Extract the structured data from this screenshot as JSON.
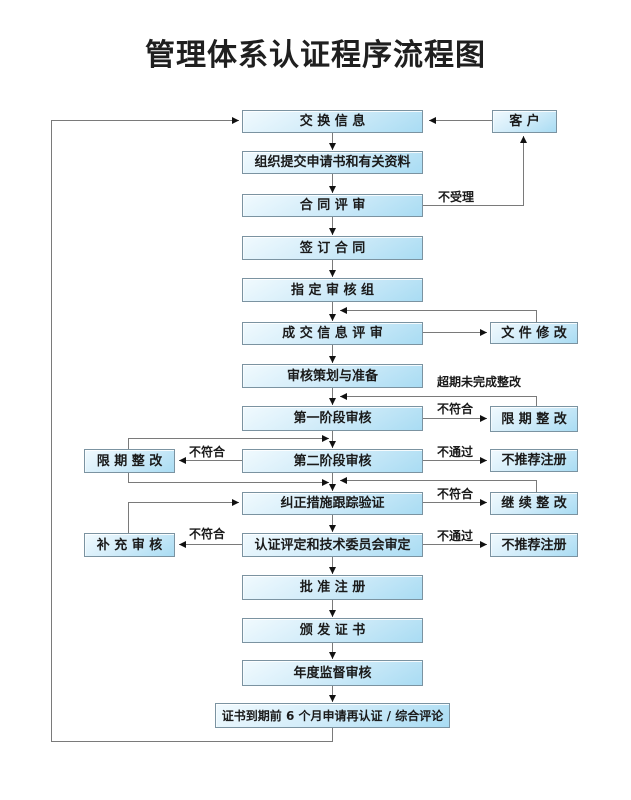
{
  "title": "管理体系认证程序流程图",
  "colors": {
    "box_fill_top": "#f1fafe",
    "box_fill_bottom": "#a9dcf3",
    "box_border": "#7b93a1",
    "connector_line": "#7a7a7a",
    "arrowhead": "#111111",
    "text": "#1a1a1a",
    "background": "#ffffff"
  },
  "nodes": [
    {
      "id": "exchange-info",
      "label": "交 换 信 息"
    },
    {
      "id": "customer",
      "label": "客 户"
    },
    {
      "id": "submit-application",
      "label": "组织提交申请书和有关资料"
    },
    {
      "id": "contract-review",
      "label": "合 同 评 审"
    },
    {
      "id": "sign-contract",
      "label": "签 订 合 同"
    },
    {
      "id": "assign-audit-team",
      "label": "指 定 审 核 组"
    },
    {
      "id": "deal-info-review",
      "label": "成 交 信 息 评 审"
    },
    {
      "id": "doc-modify",
      "label": "文 件 修 改"
    },
    {
      "id": "audit-planning",
      "label": "审核策划与准备"
    },
    {
      "id": "stage1-audit",
      "label": "第一阶段审核"
    },
    {
      "id": "rectify-limit-right",
      "label": "限 期 整 改"
    },
    {
      "id": "stage2-audit",
      "label": "第二阶段审核"
    },
    {
      "id": "not-recommend-1",
      "label": "不推荐注册"
    },
    {
      "id": "rectify-limit-left",
      "label": "限 期 整 改"
    },
    {
      "id": "corrective-verify",
      "label": "纠正措施跟踪验证"
    },
    {
      "id": "continue-rectify",
      "label": "继 续 整 改"
    },
    {
      "id": "supplementary-audit",
      "label": "补 充 审 核"
    },
    {
      "id": "evaluation",
      "label": "认证评定和技术委员会审定"
    },
    {
      "id": "not-recommend-2",
      "label": "不推荐注册"
    },
    {
      "id": "approve-registration",
      "label": "批 准 注 册"
    },
    {
      "id": "issue-certificate",
      "label": "颁 发 证 书"
    },
    {
      "id": "annual-surveillance",
      "label": "年度监督审核"
    },
    {
      "id": "recert-apply",
      "label": "证书到期前 6 个月申请再认证 / 综合评论"
    }
  ],
  "edge_labels": [
    {
      "id": "reject",
      "text": "不受理"
    },
    {
      "id": "overdue-rectify",
      "text": "超期未完成整改"
    },
    {
      "id": "nonconform-stage1",
      "text": "不符合"
    },
    {
      "id": "fail-stage2",
      "text": "不通过"
    },
    {
      "id": "nonconform-stage2-left",
      "text": "不符合"
    },
    {
      "id": "nonconform-corrective",
      "text": "不符合"
    },
    {
      "id": "nonconform-evaluation",
      "text": "不符合"
    },
    {
      "id": "fail-evaluation",
      "text": "不通过"
    }
  ]
}
